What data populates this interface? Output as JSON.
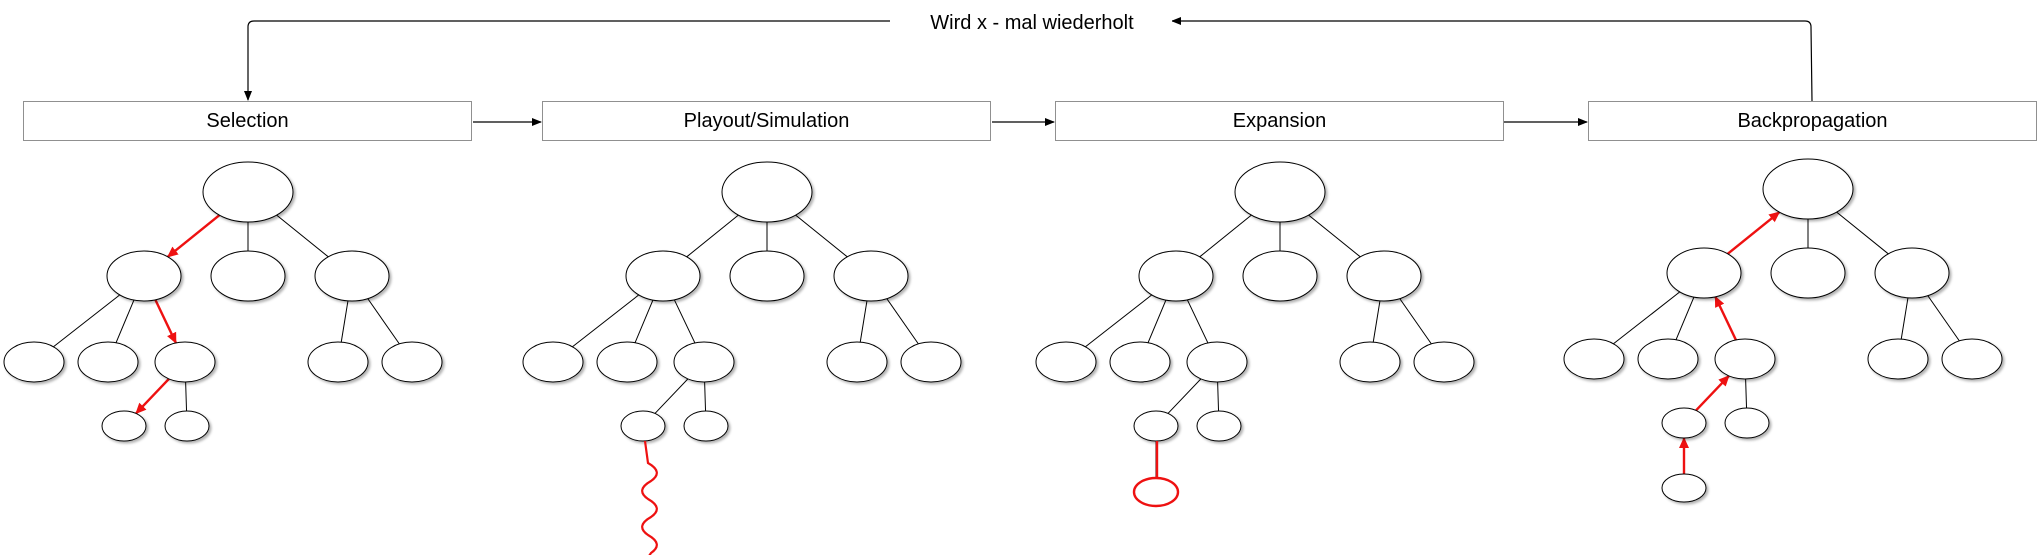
{
  "loop_label": "Wird x - mal wiederholt",
  "stages": [
    {
      "label": "Selection"
    },
    {
      "label": "Playout/Simulation"
    },
    {
      "label": "Expansion"
    },
    {
      "label": "Backpropagation"
    }
  ],
  "colors": {
    "highlight": "#ee1111",
    "edge": "#000000",
    "box_border": "#909090",
    "node_fill": "#ffffff"
  }
}
